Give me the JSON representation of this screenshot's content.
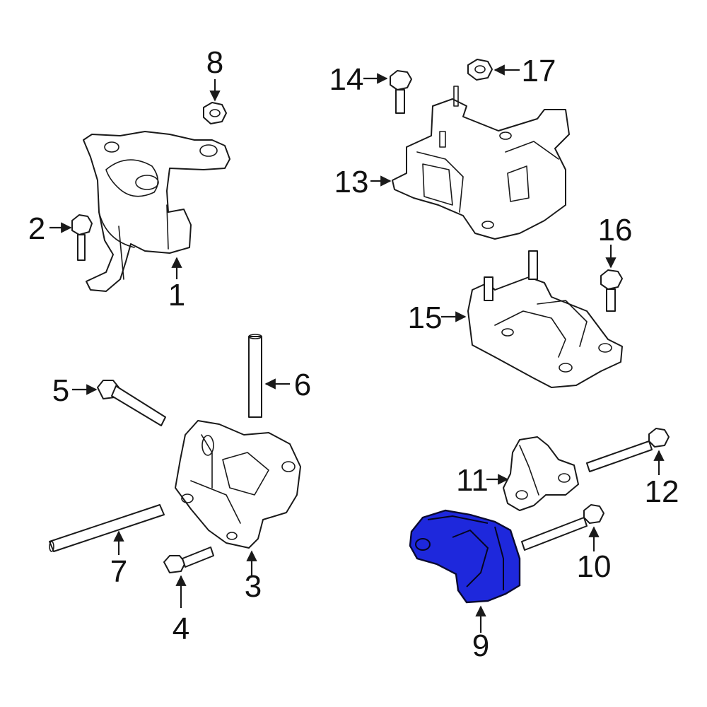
{
  "colors": {
    "line": "#1a1a1a",
    "background": "#ffffff",
    "highlight": "#1e28dc"
  },
  "highlighted_part": "9",
  "callouts": {
    "c1": "1",
    "c2": "2",
    "c3": "3",
    "c4": "4",
    "c5": "5",
    "c6": "6",
    "c7": "7",
    "c8": "8",
    "c9": "9",
    "c10": "10",
    "c11": "11",
    "c12": "12",
    "c13": "13",
    "c14": "14",
    "c15": "15",
    "c16": "16",
    "c17": "17"
  }
}
